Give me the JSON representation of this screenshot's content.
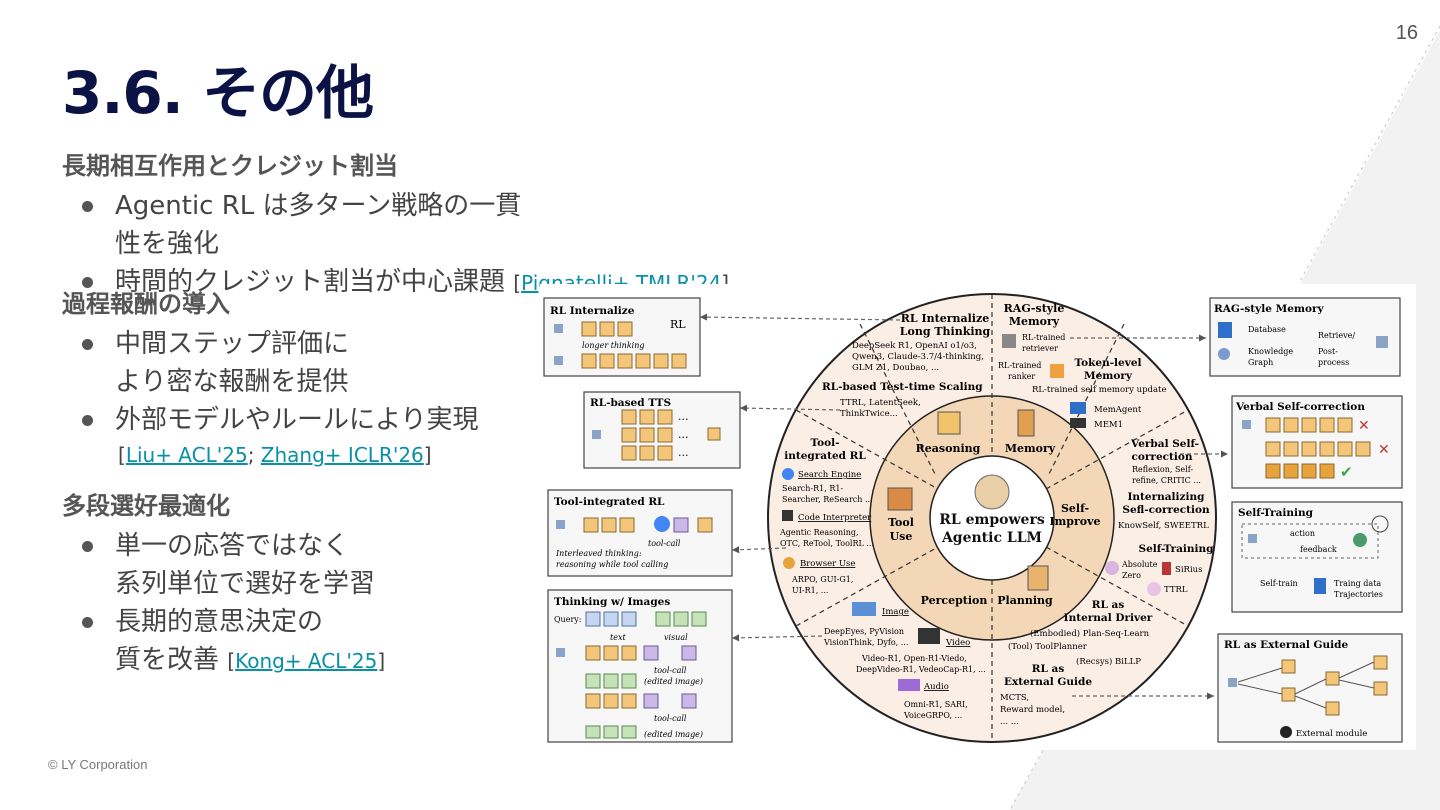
{
  "page_number": "16",
  "title": "3.6. その他",
  "footer": "© LY Corporation",
  "sections": [
    {
      "heading": "長期相互作用とクレジット割当",
      "bullets": [
        {
          "text": "Agentic RL は多ターン戦略の一貫性を強化"
        },
        {
          "text": "時間的クレジット割当が中心課題",
          "ref_open": "[",
          "ref_link": "Pignatelli+ TMLR'24",
          "ref_close": "]"
        }
      ]
    },
    {
      "heading": "過程報酬の導入",
      "bullets": [
        {
          "line1": "中間ステップ評価に",
          "line2": "より密な報酬を提供"
        },
        {
          "text": "外部モデルやルールにより実現",
          "ref_open": "[",
          "ref_link1": "Liu+ ACL'25",
          "ref_sep": "; ",
          "ref_link2": "Zhang+ ICLR'26",
          "ref_close": "]"
        }
      ]
    },
    {
      "heading": "多段選好最適化",
      "bullets": [
        {
          "line1": "単一の応答ではなく",
          "line2": "系列単位で選好を学習"
        },
        {
          "line1": "長期的意思決定の",
          "line2": "質を改善",
          "ref_open": "[",
          "ref_link": "Kong+ ACL'25",
          "ref_close": "]"
        }
      ]
    }
  ],
  "figure": {
    "center": {
      "line1": "RL empowers",
      "line2": "Agentic LLM"
    },
    "inner": [
      "Reasoning",
      "Memory",
      "Self-\nImprove",
      "Planning",
      "Perception",
      "Tool\nUse"
    ],
    "rl_internalize_long": {
      "title1": "RL Internalize",
      "title2": "Long Thinking",
      "text1": "DeepSeek R1, OpenAI o1/o3,",
      "text2": "Qwen3, Claude-3.7/4-thinking,",
      "text3": "GLM Z1, Doubao, ..."
    },
    "rl_tts": {
      "title": "RL-based Test-time Scaling",
      "text1": "TTRL, LatentSeek,",
      "text2": "ThinkTwice..."
    },
    "tool_rl": {
      "title1": "Tool-",
      "title2": "integrated RL",
      "s1": "Search Engine",
      "s1t1": "Search-R1, R1-",
      "s1t2": "Searcher, ReSearch ...",
      "s2": "Code Interpreter",
      "s2t1": "Agentic Reasoning,",
      "s2t2": "OTC, ReTool, ToolRL ...",
      "s3": "Browser Use",
      "s3t1": "ARPO, GUI-G1,",
      "s3t2": "UI-R1, ..."
    },
    "perception": {
      "s1": "Image",
      "s1t1": "DeepEyes, PyVision",
      "s1t2": "VisionThink, Dyfo, ...",
      "s2": "Video",
      "s2t1": "Video-R1, Open-R1-Viedo,",
      "s2t2": "DeepVideo-R1, VedeoCap-R1, ...",
      "s3": "Audio",
      "s3t1": "Omni-R1, SARI,",
      "s3t2": "VoiceGRPO, ..."
    },
    "rag_memory": {
      "title1": "RAG-style",
      "title2": "Memory",
      "r1": "RL-trained",
      "r2": "retriever",
      "k1": "RL-trained",
      "k2": "ranker"
    },
    "token_memory": {
      "title1": "Token-level",
      "title2": "Memory",
      "text": "RL-trained self memory update",
      "m1": "MemAgent",
      "m2": "MEM1"
    },
    "verbal": {
      "title1": "Verbal Self-",
      "title2": "correction",
      "t1": "Reflexion, Self-",
      "t2": "refine, CRITIC ..."
    },
    "internalizing": {
      "title1": "Internalizing",
      "title2": "Sefl-correction",
      "text": "KnowSelf, SWEETRL"
    },
    "self_training": {
      "title": "Self-Training",
      "a1": "Absolute",
      "a2": "Zero",
      "s": "SiRius",
      "t": "TTRL"
    },
    "internal_driver": {
      "title1": "RL as",
      "title2": "Internal Driver",
      "t1": "(Embodied) Plan-Seq-Learn",
      "t2": "(Tool) ToolPlanner",
      "t3": "(Recsys) BiLLP"
    },
    "external_guide": {
      "title1": "RL as",
      "title2": "External Guide",
      "t1": "MCTS,",
      "t2": "Reward model,",
      "t3": "... ..."
    },
    "boxes": {
      "rl_internalize": {
        "title": "RL Internalize",
        "rl": "RL",
        "caption": "longer thinking"
      },
      "rl_tts": {
        "title": "RL-based TTS",
        "dots": "..."
      },
      "tool_rl": {
        "title": "Tool-integrated RL",
        "toolcall": "tool-call",
        "c1": "Interleaved thinking:",
        "c2": "reasoning while tool calling"
      },
      "thinking": {
        "title": "Thinking w/ Images",
        "query": "Query:",
        "text": "text",
        "visual": "visual",
        "toolcall": "tool-call",
        "edited": "(edited image)"
      },
      "rag": {
        "title": "RAG-style Memory",
        "db": "Database",
        "kg1": "Knowledge",
        "kg2": "Graph",
        "rr1": "Retrieve/",
        "pp1": "Post-",
        "pp2": "process"
      },
      "verbal": {
        "title": "Verbal Self-correction"
      },
      "selftrain": {
        "title": "Self-Training",
        "action": "action",
        "feedback": "feedback",
        "selftrain": "Self-train",
        "td1": "Traing data",
        "td2": "Trajectories"
      },
      "external": {
        "title": "RL as External Guide",
        "module": "External module"
      }
    }
  }
}
